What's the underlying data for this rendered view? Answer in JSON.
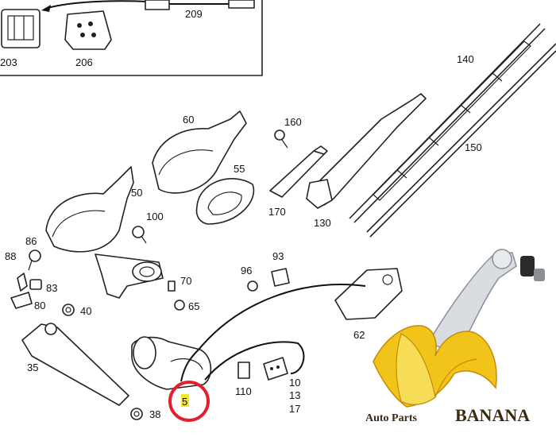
{
  "labels": {
    "p203": "203",
    "p206": "206",
    "p209": "209",
    "p140": "140",
    "p150": "150",
    "p60": "60",
    "p160": "160",
    "p55": "55",
    "p170": "170",
    "p130": "130",
    "p50": "50",
    "p100": "100",
    "p86": "86",
    "p88": "88",
    "p83": "83",
    "p80": "80",
    "p40": "40",
    "p70": "70",
    "p65": "65",
    "p96": "96",
    "p93": "93",
    "p62": "62",
    "p35": "35",
    "p5": "5",
    "p110": "110",
    "p10": "10",
    "p13": "13",
    "p17": "17",
    "p38": "38"
  },
  "brand": {
    "text_small": "Auto Parts ",
    "text_big": "BANANA"
  },
  "colors": {
    "highlight_circle": "#e0202a",
    "highlight_fill": "#f4e62a",
    "banana_yellow": "#f2c419",
    "banana_dark": "#c48a0a"
  }
}
